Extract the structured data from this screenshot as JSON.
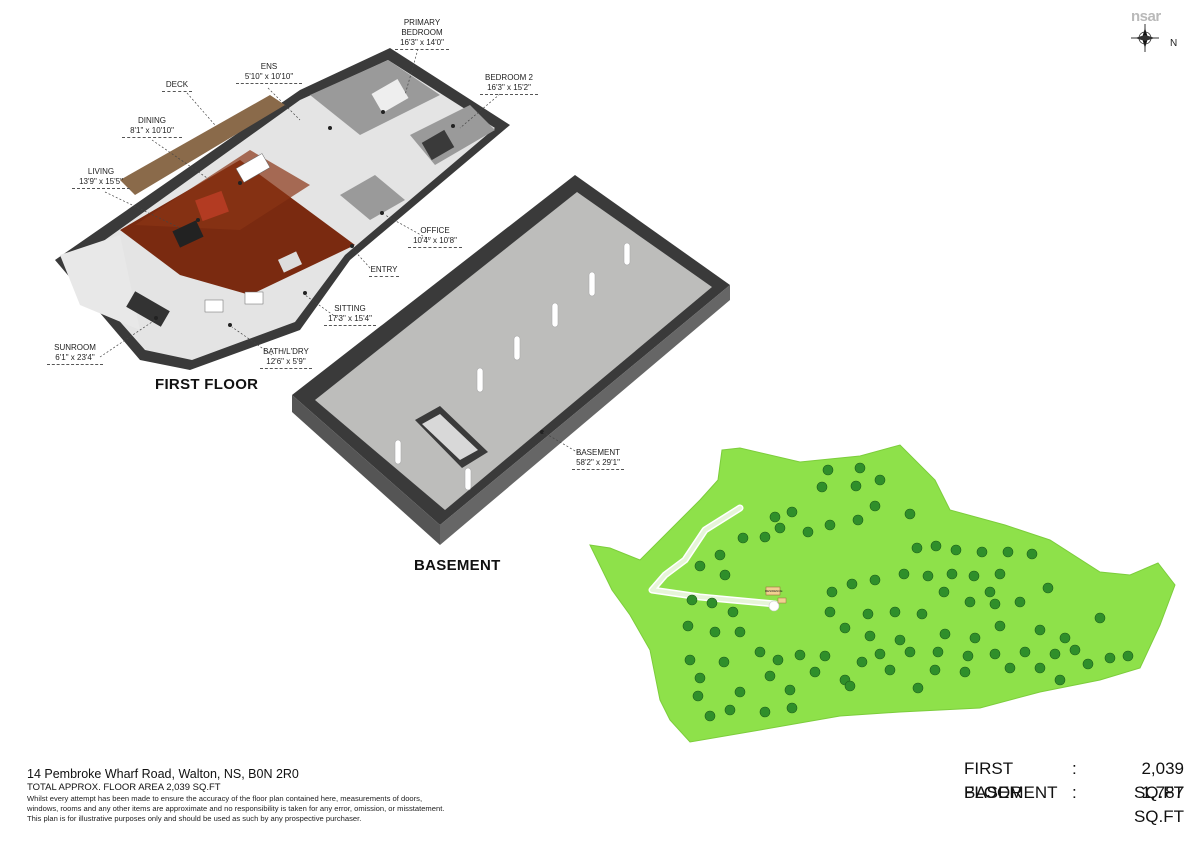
{
  "logo": {
    "text": "nsar"
  },
  "compass": {
    "north_label": "N"
  },
  "floors": {
    "first_floor_title": "FIRST FLOOR",
    "basement_title": "BASEMENT"
  },
  "rooms": {
    "primary": {
      "name": "PRIMARY\nBEDROOM",
      "dims": "16'3\" x 14'0\""
    },
    "ens": {
      "name": "ENS",
      "dims": "5'10\" x 10'10\""
    },
    "deck": {
      "name": "DECK"
    },
    "bedroom2": {
      "name": "BEDROOM 2",
      "dims": "16'3\" x 15'2\""
    },
    "dining": {
      "name": "DINING",
      "dims": "8'1\" x 10'10\""
    },
    "living": {
      "name": "LIVING",
      "dims": "13'9\" x 15'5\""
    },
    "office": {
      "name": "OFFICE",
      "dims": "10'4\" x 10'8\""
    },
    "entry": {
      "name": "ENTRY"
    },
    "sitting": {
      "name": "SITTING",
      "dims": "17'3\" x 15'4\""
    },
    "sunroom": {
      "name": "SUNROOM",
      "dims": "6'1\" x 23'4\""
    },
    "bath": {
      "name": "BATH/L'DRY",
      "dims": "12'6\" x 5'9\""
    },
    "basement": {
      "name": "BASEMENT",
      "dims": "58'2\" x 29'1\""
    }
  },
  "site_plan": {
    "building_label": "RESIDENCE"
  },
  "footer": {
    "address": "14 Pembroke Wharf Road, Walton, NS, B0N 2R0",
    "total": "TOTAL APPROX. FLOOR AREA 2,039 SQ.FT",
    "disclaimer_1": "Whilst every attempt has been made to ensure the accuracy of the floor plan contained here, measurements of doors,",
    "disclaimer_2": "windows, rooms and any other items are approximate and no responsibility is taken for any error, omission, or misstatement.",
    "disclaimer_3": "This plan is for illustrative purposes only and should be used as such by any prospective purchaser."
  },
  "areas": [
    {
      "name": "FIRST FLOOR",
      "sep": ":",
      "value": "2,039 SQ.FT"
    },
    {
      "name": "BASEMENT",
      "sep": ":",
      "value": "1,787 SQ.FT"
    }
  ],
  "colors": {
    "lawn": "#8ee14a",
    "tree": "#2f8f2a",
    "wood_floor": "#7a2a10",
    "wall": "#3a3a3a",
    "concrete": "#bdbdbb"
  }
}
